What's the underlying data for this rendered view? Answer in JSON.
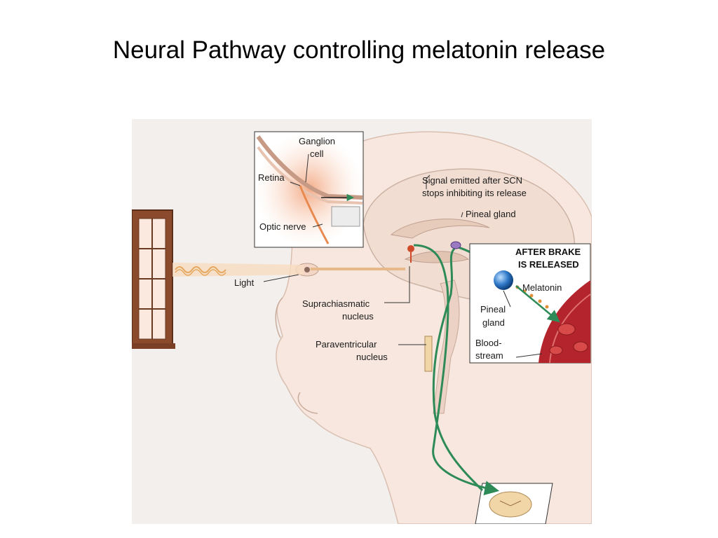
{
  "title": "Neural Pathway controlling melatonin release",
  "labels": {
    "ganglion_cell_1": "Ganglion",
    "ganglion_cell_2": "cell",
    "retina": "Retina",
    "optic_nerve": "Optic nerve",
    "signal_1": "Signal emitted after SCN",
    "signal_2": "stops inhibiting its release",
    "pineal_gland": "Pineal gland",
    "after_brake_1": "AFTER BRAKE",
    "after_brake_2": "IS RELEASED",
    "melatonin": "Melatonin",
    "pineal_inset_1": "Pineal",
    "pineal_inset_2": "gland",
    "bloodstream_1": "Blood-",
    "bloodstream_2": "stream",
    "light": "Light",
    "scn_1": "Suprachiasmatic",
    "scn_2": "nucleus",
    "pvn_1": "Paraventricular",
    "pvn_2": "nucleus"
  },
  "colors": {
    "pathway": "#2e8b57",
    "skin": "#f6d9c6",
    "blood": "#b3242c",
    "window": "#8b4a2b"
  }
}
